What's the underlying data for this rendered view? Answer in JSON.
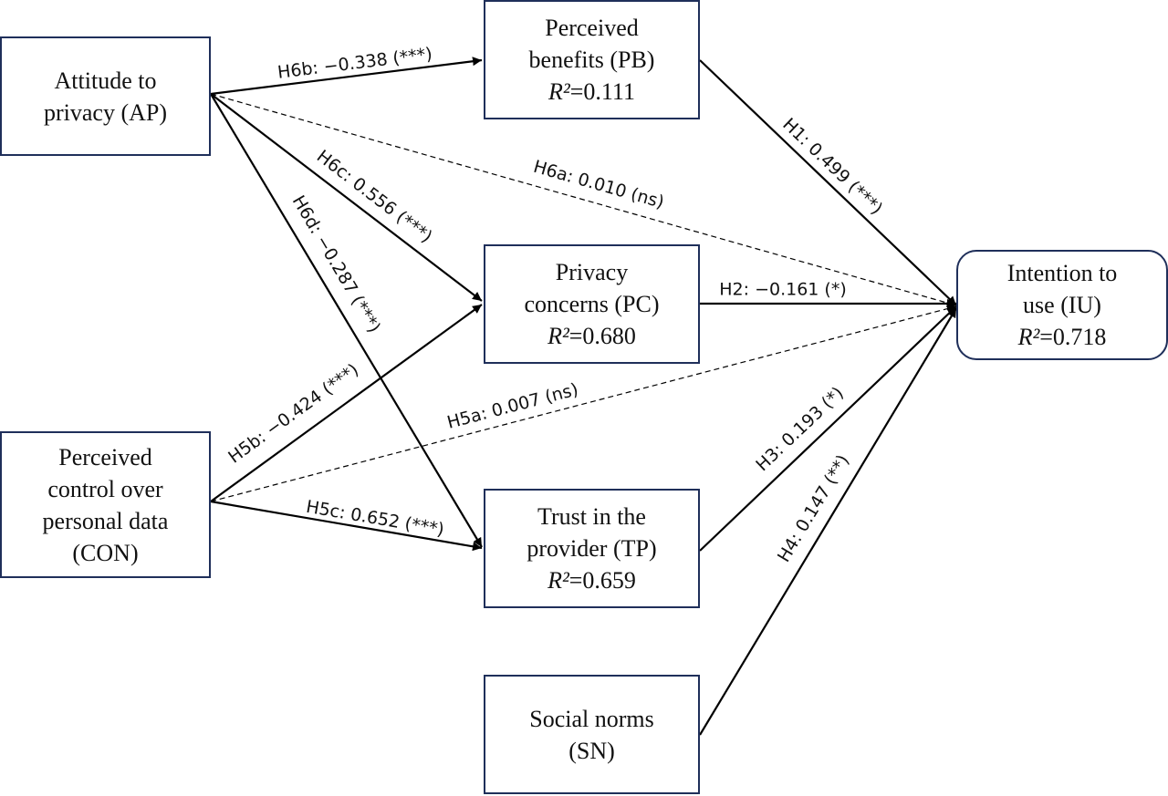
{
  "nodes": {
    "ap": {
      "lines": [
        "Attitude to",
        "privacy (AP)"
      ]
    },
    "con": {
      "lines": [
        "Perceived",
        "control over",
        "personal data",
        "(CON)"
      ]
    },
    "pb": {
      "lines": [
        "Perceived",
        "benefits (PB)"
      ],
      "r2": "=0.111"
    },
    "pc": {
      "lines": [
        "Privacy",
        "concerns (PC)"
      ],
      "r2": "=0.680"
    },
    "tp": {
      "lines": [
        "Trust in the",
        "provider (TP)"
      ],
      "r2": "=0.659"
    },
    "sn": {
      "lines": [
        "Social norms",
        "(SN)"
      ]
    },
    "iu": {
      "lines": [
        "Intention to",
        "use (IU)"
      ],
      "r2": "=0.718"
    }
  },
  "r2_symbol": "R²",
  "edges": [
    {
      "id": "H6b",
      "label": "H6b: −0.338 (***)",
      "from": "ap",
      "to": "pb",
      "style": "solid"
    },
    {
      "id": "H6a",
      "label": "H6a: 0.010 (ns)",
      "from": "ap",
      "to": "iu",
      "style": "dashed"
    },
    {
      "id": "H6c",
      "label": "H6c: 0.556 (***)",
      "from": "ap",
      "to": "pc",
      "style": "solid"
    },
    {
      "id": "H6d",
      "label": "H6d: −0.287 (***)",
      "from": "ap",
      "to": "tp",
      "style": "solid"
    },
    {
      "id": "H1",
      "label": "H1: 0.499 (***)",
      "from": "pb",
      "to": "iu",
      "style": "solid"
    },
    {
      "id": "H2",
      "label": "H2: −0.161 (*)",
      "from": "pc",
      "to": "iu",
      "style": "solid"
    },
    {
      "id": "H5b",
      "label": "H5b: −0.424 (***)",
      "from": "con",
      "to": "pc",
      "style": "solid"
    },
    {
      "id": "H5a",
      "label": "H5a: 0.007 (ns)",
      "from": "con",
      "to": "iu",
      "style": "dashed"
    },
    {
      "id": "H5c",
      "label": "H5c: 0.652 (***)",
      "from": "con",
      "to": "tp",
      "style": "solid"
    },
    {
      "id": "H3",
      "label": "H3: 0.193 (*)",
      "from": "tp",
      "to": "iu",
      "style": "solid"
    },
    {
      "id": "H4",
      "label": "H4: 0.147 (**)",
      "from": "sn",
      "to": "iu",
      "style": "solid"
    }
  ]
}
